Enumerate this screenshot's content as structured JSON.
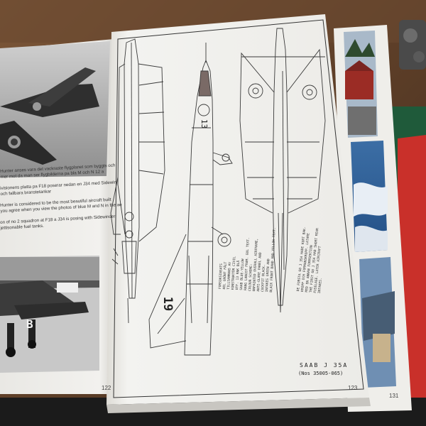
{
  "left_page": {
    "caption_swedish": [
      "Hunter anses vara det vackraste flygplanet som byggts och",
      "mer mot da man ser flygbilderna pa bla M och N 12 a"
    ],
    "caption_swedish_2": [
      "ivisionens platta pa F18 poserar nedan en J34 med Sidewin",
      "och fallbara branstetankar"
    ],
    "caption_english": [
      "Hunter is considered to be the most beautiful aircraft built",
      "you agree when you view the photos of blue M and N in the ae"
    ],
    "caption_english_2": [
      "on of no 2 squadron at F18 a J34 is posing with Sidewinder",
      "jettisonable fuel tanks."
    ],
    "aircraft_letter": "B",
    "page_number": "122"
  },
  "center_page": {
    "nose_number": "13",
    "tail_number": "19",
    "title": "SAAB J 35A",
    "serials": "(Nos 35005-065)",
    "page_number": "123",
    "legend_block_1": [
      "FORSOKSINSATS",
      "HEL GRÖNT FÄLT",
      "TILLSAMMANS AV",
      "KONSTRUKTÖR CIVIL",
      "UTF. 13 RNK BLÅ",
      "SAAB BLUE-YELLOW",
      "RANG LANGST FRAM. GUL TEXT."
    ],
    "legend_block_2": [
      "COLOUR SCHEME:",
      "UNPAINTED OVERALL AIRFRAME,",
      "ANTI-GLARE PANEL AND",
      "COCKPIT BLACK.",
      "INTAKES GREEN AND",
      "BLACK FRONT BAND AND YELLOW TEXT."
    ],
    "legend_block_3": [
      "DE FORSTA 60 J 35A HADE KORT BAK-",
      "KROPP OCH FORMANSKROPP. LATARE",
      "MED EN ANNAN FORMSEKTION",
      "THE FIRST 60 J 35A HAD SHORT REAR",
      "FUSELAGE. LATER AIRCRAFT",
      "INTAKES."
    ]
  },
  "right_page": {
    "page_number": "131"
  },
  "colors": {
    "wood": "#6b4a32",
    "paper": "#f1f1ee",
    "ink": "#3a3a3a",
    "red_book": "#c9302a",
    "green_book": "#1f5a3a"
  }
}
